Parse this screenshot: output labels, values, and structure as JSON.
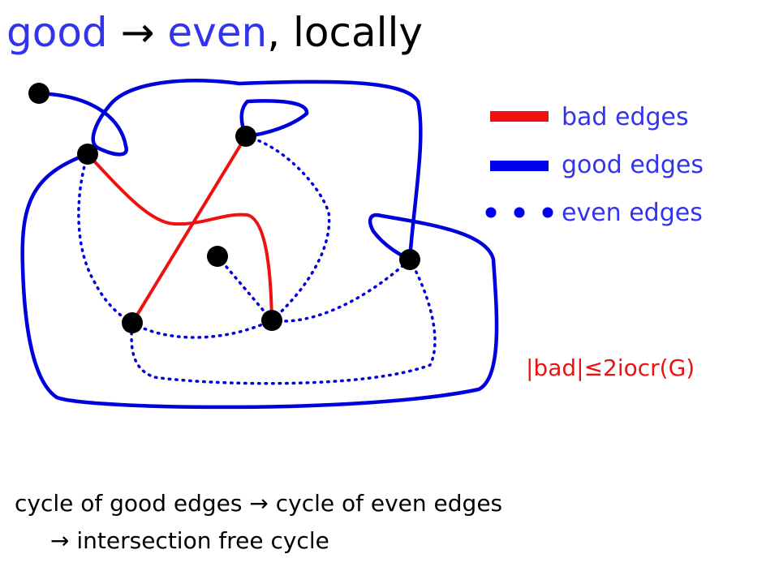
{
  "title": {
    "good": "good",
    "arrow": "→",
    "even": "even",
    "rest": ", locally"
  },
  "colors": {
    "blue": "#3333ee",
    "red": "#ee1111",
    "edge_blue": "#0000dd",
    "text": "#000000"
  },
  "legend": {
    "bad": "bad edges",
    "good": "good edges",
    "even": "even edges"
  },
  "formula": {
    "left": "|bad|",
    "leq": "≤",
    "right": "2iocr(G)"
  },
  "caption": {
    "line1_a": "cycle of good edges",
    "arrow": "→",
    "line1_b": "cycle of even edges",
    "line2": "intersection free cycle"
  }
}
